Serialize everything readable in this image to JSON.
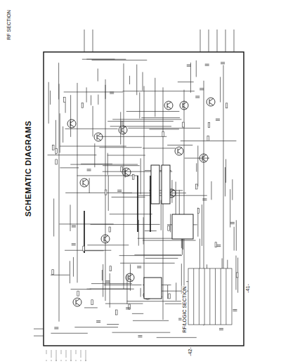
{
  "diagram": {
    "title": "SCHEMATIC DIAGRAMS",
    "nodes": [],
    "edges": [],
    "labels": [
      "RF SECTION",
      "-41-",
      "-42-",
      "RF/LOGIC SECTION"
    ]
  }
}
